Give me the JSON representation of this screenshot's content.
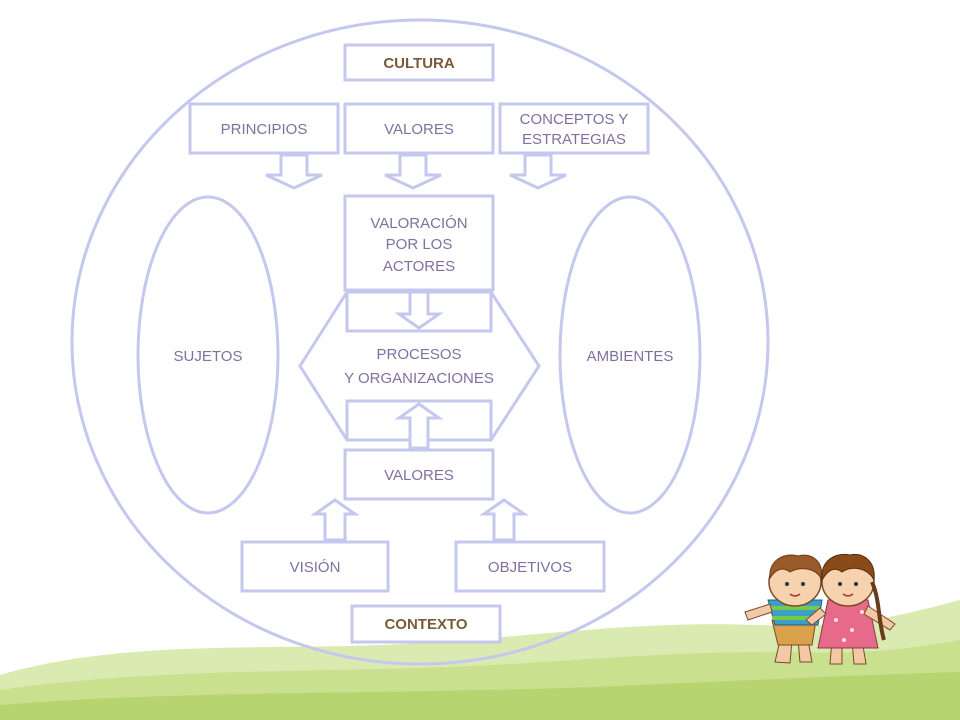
{
  "diagram": {
    "top": "CULTURA",
    "bottom": "CONTEXTO",
    "left_oval": "SUJETOS",
    "right_oval": "AMBIENTES",
    "principios": "PRINCIPIOS",
    "valores_top": "VALORES",
    "conceptos": [
      "CONCEPTOS Y",
      "ESTRATEGIAS"
    ],
    "valoracion": [
      "VALORACIÓN",
      "POR  LOS",
      "ACTORES"
    ],
    "procesos": [
      "PROCESOS",
      "Y ORGANIZACIONES"
    ],
    "valores_bottom": "VALORES",
    "vision": "VISIÓN",
    "objetivos": "OBJETIVOS"
  },
  "colors": {
    "outline": "#c4c8ee",
    "text": "#8070a0",
    "bold_text": "#7a5a3a",
    "grass": "#bcd87a"
  }
}
